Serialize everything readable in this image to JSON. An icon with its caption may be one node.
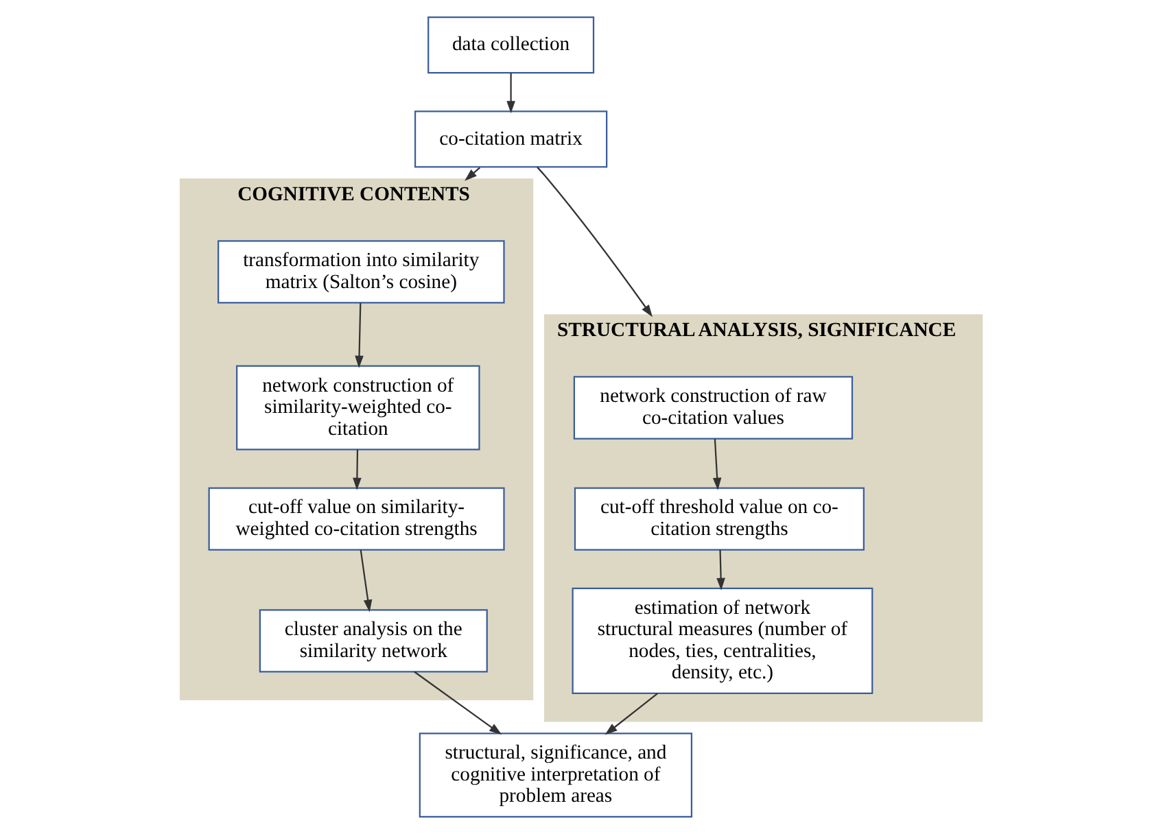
{
  "diagram": {
    "nodes": [
      {
        "text": [
          "data collection"
        ]
      },
      {
        "text": [
          "co-citation matrix"
        ]
      },
      {
        "text": [
          "STRUCTURAL ANALYSIS, SIGNIFICANCE"
        ]
      },
      {
        "text": [
          "network construction of raw co-citation values"
        ],
        "in": 2
      },
      {
        "text": [
          "cut-off threshold value on co-citation strengths"
        ],
        "in": 2
      },
      {
        "text": [
          "estimation of network structural measures (number of nodes, ties, centralities, density, etc.)"
        ],
        "in": 2
      },
      {
        "text": [
          "COGNITIVE CONTENTS"
        ]
      },
      {
        "text": [
          "transformation into similarity matrix (Salton’s cosine)"
        ],
        "in": 6
      },
      {
        "text": [
          "network construction of similarity-weighted co-citation"
        ],
        "in": 6
      },
      {
        "text": [
          "cut-off value on similarity-weighted co-citation strengths"
        ],
        "in": 6
      },
      {
        "text": [
          "cluster analysis on the similarity network"
        ],
        "in": 6
      },
      {
        "text": [
          "structural, significance, and cognitive interpretation of problem areas"
        ]
      }
    ],
    "edges": [
      {
        "from": 0,
        "to": 1,
        "arrow": "to"
      },
      {
        "from": 1,
        "to": 2,
        "arrow": "to"
      },
      {
        "from": 1,
        "to": 6,
        "arrow": "to"
      },
      {
        "from": 3,
        "to": 4,
        "arrow": "to"
      },
      {
        "from": 4,
        "to": 5,
        "arrow": "to"
      },
      {
        "from": 7,
        "to": 8,
        "arrow": "to"
      },
      {
        "from": 8,
        "to": 9,
        "arrow": "to"
      },
      {
        "from": 9,
        "to": 10,
        "arrow": "to"
      },
      {
        "from": 5,
        "to": 11,
        "arrow": "to"
      },
      {
        "from": 10,
        "to": 11,
        "arrow": "to"
      }
    ]
  }
}
